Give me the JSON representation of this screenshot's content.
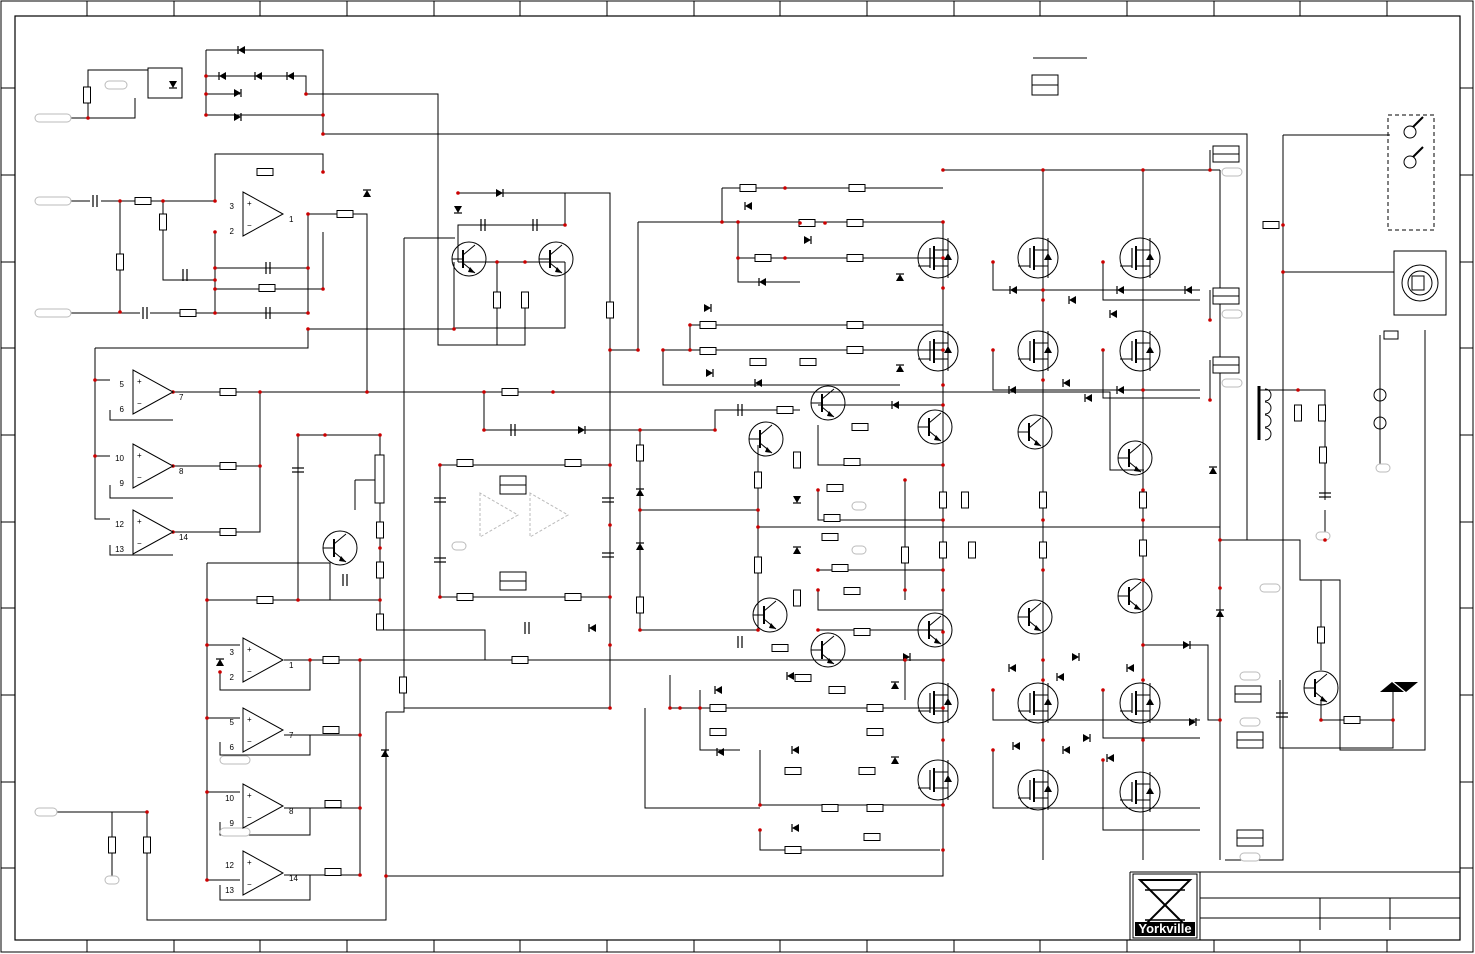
{
  "title_block": {
    "brand": "Yorkville"
  },
  "opamps": [
    {
      "id": "u1a",
      "plus": "3",
      "minus": "2",
      "out": "1"
    },
    {
      "id": "u2a",
      "plus": "5",
      "minus": "6",
      "out": "7"
    },
    {
      "id": "u2b",
      "plus": "10",
      "minus": "9",
      "out": "8"
    },
    {
      "id": "u2c",
      "plus": "12",
      "minus": "13",
      "out": "14"
    },
    {
      "id": "u3a",
      "plus": "3",
      "minus": "2",
      "out": "1"
    },
    {
      "id": "u3b",
      "plus": "5",
      "minus": "6",
      "out": "7"
    },
    {
      "id": "u3c",
      "plus": "10",
      "minus": "9",
      "out": "8"
    },
    {
      "id": "u3d",
      "plus": "12",
      "minus": "13",
      "out": "14"
    }
  ],
  "colors": {
    "line": "#000000",
    "junction": "#cc0000",
    "ghost": "#bbbbbb",
    "logo_bg": "#ffffff",
    "logo_fg": "#000000"
  }
}
